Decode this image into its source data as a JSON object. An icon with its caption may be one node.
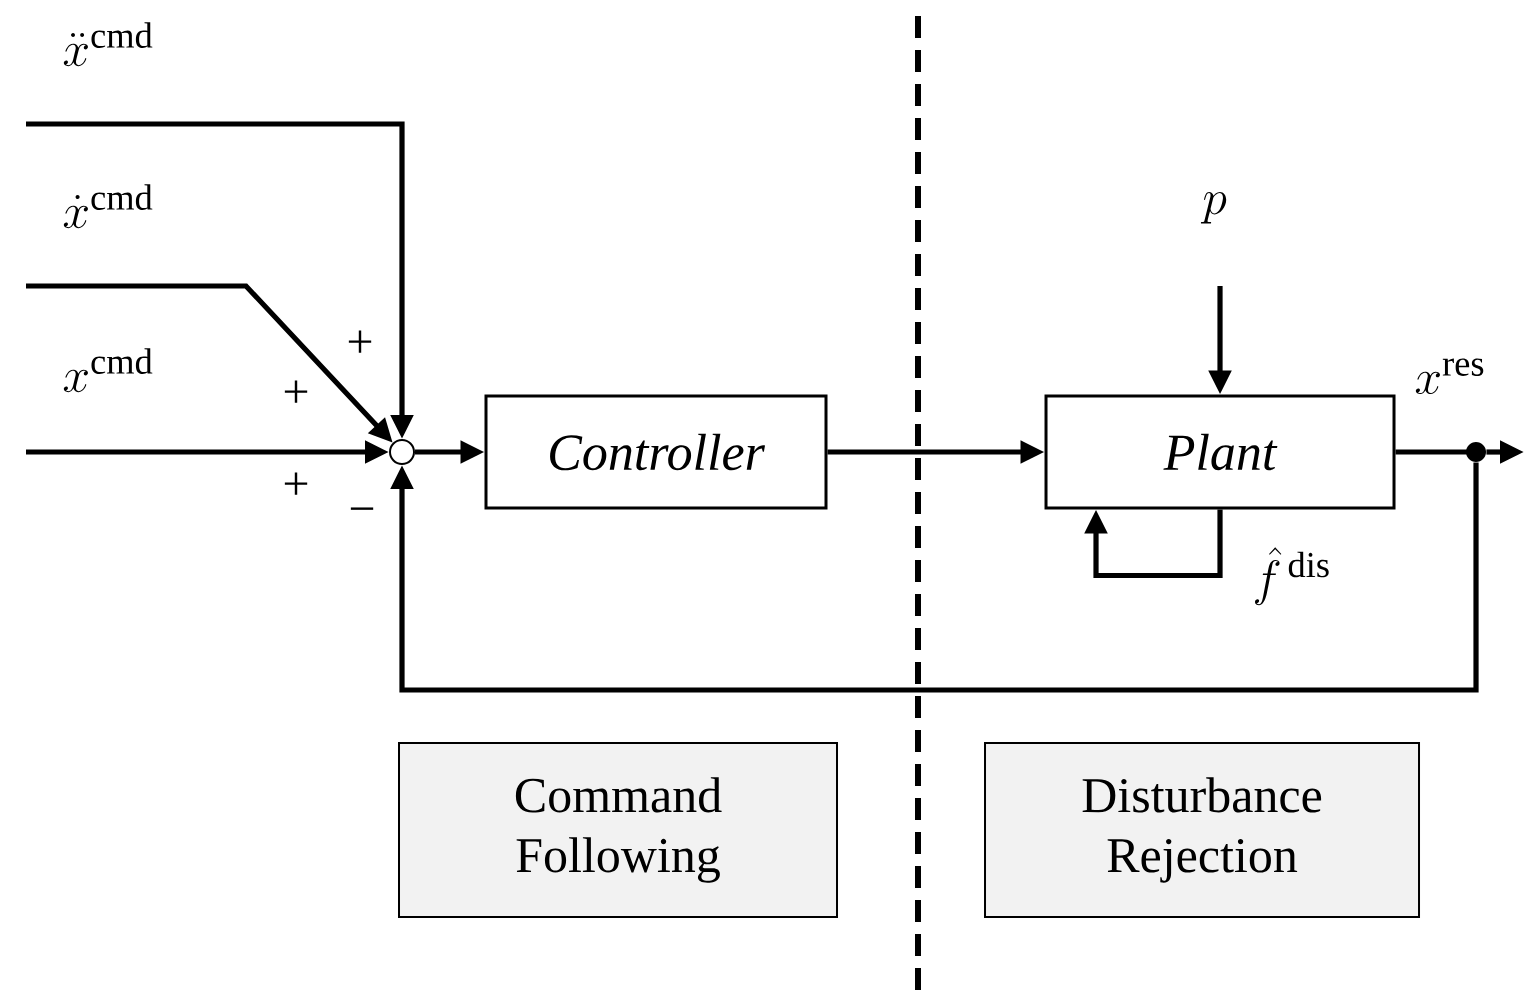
{
  "diagram": {
    "nodes": [
      {
        "text": [],
        "shape": "circle"
      },
      {
        "text": [
          "Controller"
        ]
      },
      {
        "text": [
          "Plant"
        ]
      },
      {
        "text": [],
        "shape": "circle"
      },
      {
        "text": [
          "Command Following"
        ]
      },
      {
        "text": [
          "Disturbance Rejection"
        ]
      }
    ],
    "edges": [
      {
        "from": null,
        "to": 0,
        "arrow": "to",
        "label": "\\ddot{x}^{\\mathrm{cmd}}"
      },
      {
        "from": null,
        "to": 0,
        "arrow": "to",
        "label": "\\dot{x}^{\\mathrm{cmd}}"
      },
      {
        "from": null,
        "to": 0,
        "arrow": "to",
        "label": "x^{\\mathrm{cmd}}"
      },
      {
        "from": 0,
        "to": 1,
        "arrow": "to"
      },
      {
        "from": 1,
        "to": 2,
        "arrow": "to"
      },
      {
        "from": null,
        "to": 2,
        "arrow": "to",
        "label": "p"
      },
      {
        "from": 2,
        "to": 2,
        "arrow": "to",
        "label": "\\hat{f}^{\\,\\mathrm{dis}}"
      },
      {
        "from": 2,
        "to": 3,
        "arrow": "none"
      },
      {
        "from": 3,
        "to": null,
        "arrow": "to",
        "label": "x^{\\mathrm{res}}"
      },
      {
        "from": 3,
        "to": 0,
        "arrow": "to"
      }
    ],
    "labels": [
      "+",
      "+",
      "+",
      "−"
    ]
  }
}
